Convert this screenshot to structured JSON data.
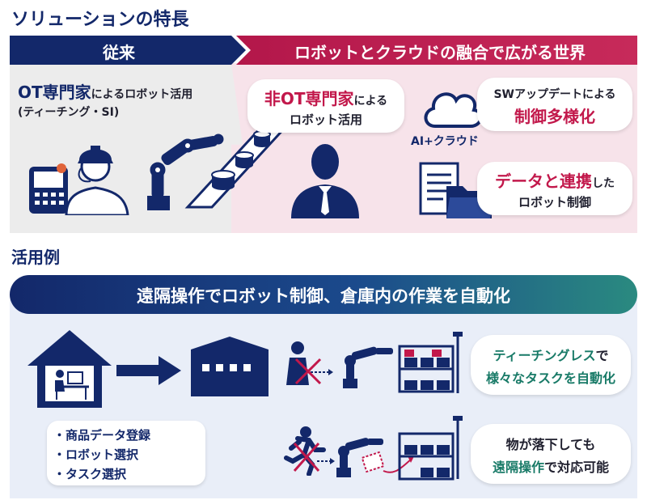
{
  "section1": {
    "title": "ソリューションの特長",
    "left_header": "従来",
    "right_header": "ロボットとクラウドの融合で広がる世界",
    "left_text": {
      "line1_strong": "OT専門家",
      "line1_rest": "によるロボット活用",
      "line2": "(ティーチング・SI)"
    },
    "bubble_nonexpert": {
      "strong": "非OT専門家",
      "rest1": "による",
      "line2": "ロボット活用"
    },
    "cloud_label": "AI+クラウド",
    "bubble_sw": {
      "line1": "SWアップデートによる",
      "line2": "制御多様化"
    },
    "bubble_data": {
      "strong": "データと連携",
      "rest1": "した",
      "line2": "ロボット制御"
    }
  },
  "section2": {
    "title": "活用例",
    "banner": "遠隔操作でロボット制御、倉庫内の作業を自動化",
    "list": [
      "・商品データ登録",
      "・ロボット選択",
      "・タスク選択"
    ],
    "bubble_top": {
      "line1_colored": "ティーチングレス",
      "line1_rest": "で",
      "line2_colored": "様々なタスクを自動化"
    },
    "bubble_bottom": {
      "line1": "物が落下しても",
      "line2_colored": "遠隔操作",
      "line2_rest": "で対応可能"
    }
  },
  "colors": {
    "navy": "#13286a",
    "crimson": "#c2184b",
    "teal": "#187a67",
    "left_panel_bg": "#ececec",
    "right_panel_bg": "#f7e3ea",
    "bottom_panel_bg": "#e9eef8"
  },
  "icons": [
    "engineer-icon",
    "teach-pendant-icon",
    "robot-arm-icon",
    "conveyor-icon",
    "businessman-icon",
    "cloud-icon",
    "document-folder-icon",
    "house-icon",
    "person-at-desk-icon",
    "arrow-right-icon",
    "warehouse-icon",
    "prohibited-person-icon",
    "shelf-icon",
    "running-person-icon",
    "falling-box-icon"
  ]
}
